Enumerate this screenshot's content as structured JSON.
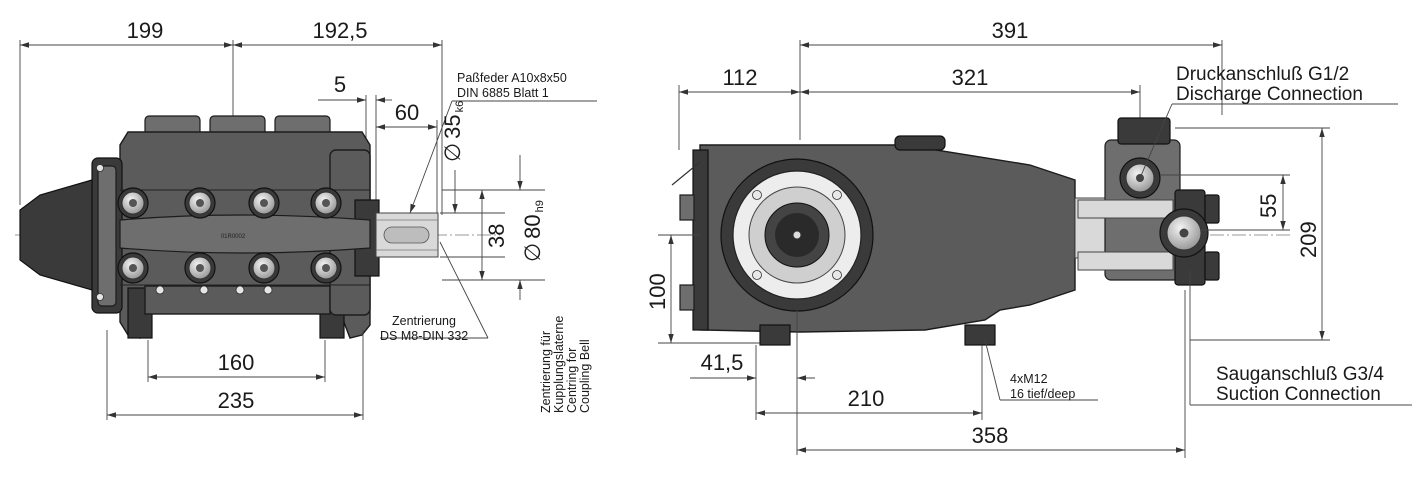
{
  "left_view": {
    "dims": {
      "d199": "199",
      "d192_5": "192,5",
      "d5": "5",
      "d60": "60",
      "d35": "35",
      "d35_tol": "k6",
      "d38": "38",
      "d80": "80",
      "d80_tol": "h9",
      "d160": "160",
      "d235": "235"
    },
    "diameter_symbol": "∅",
    "pump_marking": "01R0002",
    "key_note": {
      "line1": "Paßfeder A10x8x50",
      "line2": "DIN 6885 Blatt 1"
    },
    "centering_note": {
      "line1": "Zentrierung",
      "line2": "DS M8-DIN 332"
    },
    "coupling_note": {
      "line1": "Zentrierung für",
      "line2": "Kupplungslaterne",
      "line3": "Centring for",
      "line4": "Coupling Bell"
    }
  },
  "right_view": {
    "dims": {
      "d391": "391",
      "d112": "112",
      "d321": "321",
      "d55": "55",
      "d209": "209",
      "d100": "100",
      "d41_5": "41,5",
      "d210": "210",
      "d358": "358"
    },
    "discharge": {
      "line1": "Druckanschluß G1/2",
      "line2": "Discharge Connection"
    },
    "suction": {
      "line1": "Sauganschluß G3/4",
      "line2": "Suction Connection"
    },
    "mounting_note": {
      "line1": "4xM12",
      "line2": "16 tief/deep"
    }
  }
}
